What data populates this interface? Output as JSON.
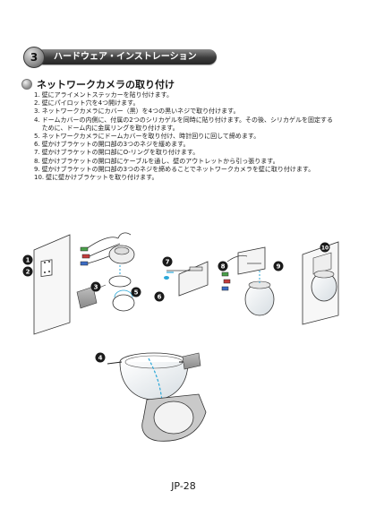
{
  "section": {
    "number": "3",
    "title": "ハードウェア・インストレーション"
  },
  "subsection": {
    "title": "ネットワークカメラの取り付け"
  },
  "steps": [
    {
      "num": "1.",
      "text": "壁にアライメントステッカーを貼り付けます。"
    },
    {
      "num": "2.",
      "text": "壁にパイロット穴を4つ開けます。"
    },
    {
      "num": "3.",
      "text": "ネットワークカメラにカバー（黒）を4つの黒いネジで取り付けます。"
    },
    {
      "num": "4.",
      "text": "ドームカバーの内側に、付属の2つのシリカゲルを同時に貼り付けます。その後、シリカゲルを固定するために、ドーム内に金属リングを取り付けます。"
    },
    {
      "num": "5.",
      "text": "ネットワークカメラにドームカバーを取り付け、時計回りに回して締めます。"
    },
    {
      "num": "6.",
      "text": "壁かけブラケットの開口部の3つのネジを緩めます。"
    },
    {
      "num": "7.",
      "text": "壁かけブラケットの開口部にO-リングを取り付けます。"
    },
    {
      "num": "8.",
      "text": "壁かけブラケットの開口部にケーブルを通し、壁のアウトレットから引っ張ります。"
    },
    {
      "num": "9.",
      "text": "壁かけブラケットの開口部の3つのネジを締めることでネットワークカメラを壁に取り付けます。"
    },
    {
      "num": "10.",
      "text": "壁に壁かけブラケットを取り付けます。"
    }
  ],
  "callouts": [
    "1",
    "2",
    "3",
    "4",
    "5",
    "6",
    "7",
    "8",
    "9",
    "10"
  ],
  "page_number": "JP-28",
  "colors": {
    "header_bar": "#2e2e2e",
    "callout": "#1a1a1a",
    "arrow_blue": "#2aa7d8"
  }
}
